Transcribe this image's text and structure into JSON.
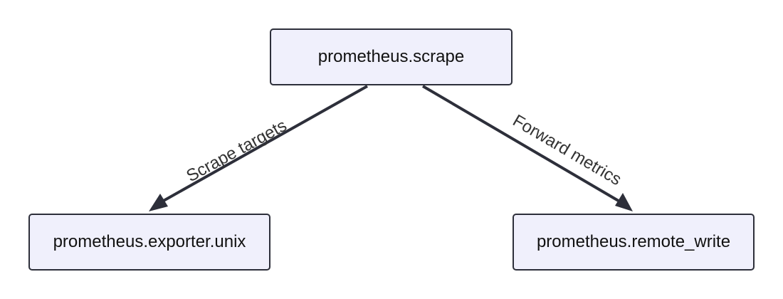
{
  "nodes": {
    "scrape": "prometheus.scrape",
    "exporter": "prometheus.exporter.unix",
    "remote_write": "prometheus.remote_write"
  },
  "edges": {
    "scrape_targets": "Scrape targets",
    "forward_metrics": "Forward metrics"
  },
  "colors": {
    "node_fill": "#f0f0fc",
    "node_border": "#2d2f3a",
    "edge": "#2d2f3a"
  }
}
